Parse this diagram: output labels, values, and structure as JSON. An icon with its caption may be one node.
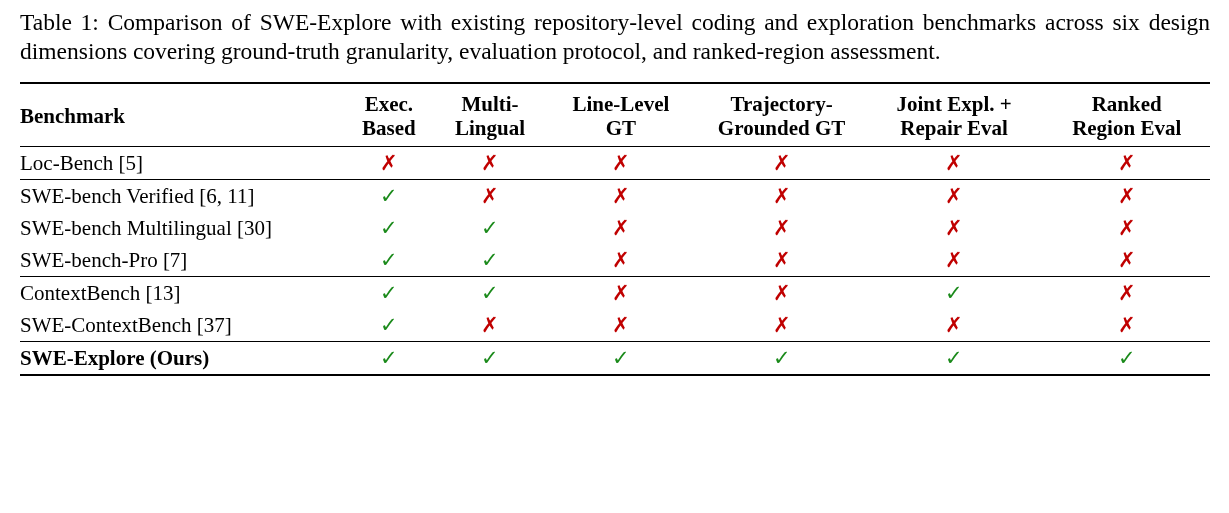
{
  "diagram": {
    "caption": "Table 1: Comparison of SWE-Explore with existing repository-level coding and exploration benchmarks across six design dimensions covering ground-truth granularity, evaluation protocol, and ranked-region assessment.",
    "labels": [
      "Benchmark",
      "Exec. Based",
      "Multi-Lingual",
      "Line-Level GT",
      "Trajectory-Grounded GT",
      "Joint Expl. + Repair Eval",
      "Ranked Region Eval",
      "Loc-Bench [5]",
      "✗",
      "✗",
      "✗",
      "✗",
      "✗",
      "✗",
      "SWE-bench Verified [6, 11]",
      "✓",
      "✗",
      "✗",
      "✗",
      "✗",
      "✗",
      "SWE-bench Multilingual [30]",
      "✓",
      "✓",
      "✗",
      "✗",
      "✗",
      "✗",
      "SWE-bench-Pro [7]",
      "✓",
      "✓",
      "✗",
      "✗",
      "✗",
      "✗",
      "ContextBench [13]",
      "✓",
      "✓",
      "✗",
      "✗",
      "✓",
      "✗",
      "SWE-ContextBench [37]",
      "✓",
      "✗",
      "✗",
      "✗",
      "✗",
      "✗",
      "SWE-Explore (Ours)",
      "✓",
      "✓",
      "✓",
      "✓",
      "✓",
      "✓"
    ]
  }
}
